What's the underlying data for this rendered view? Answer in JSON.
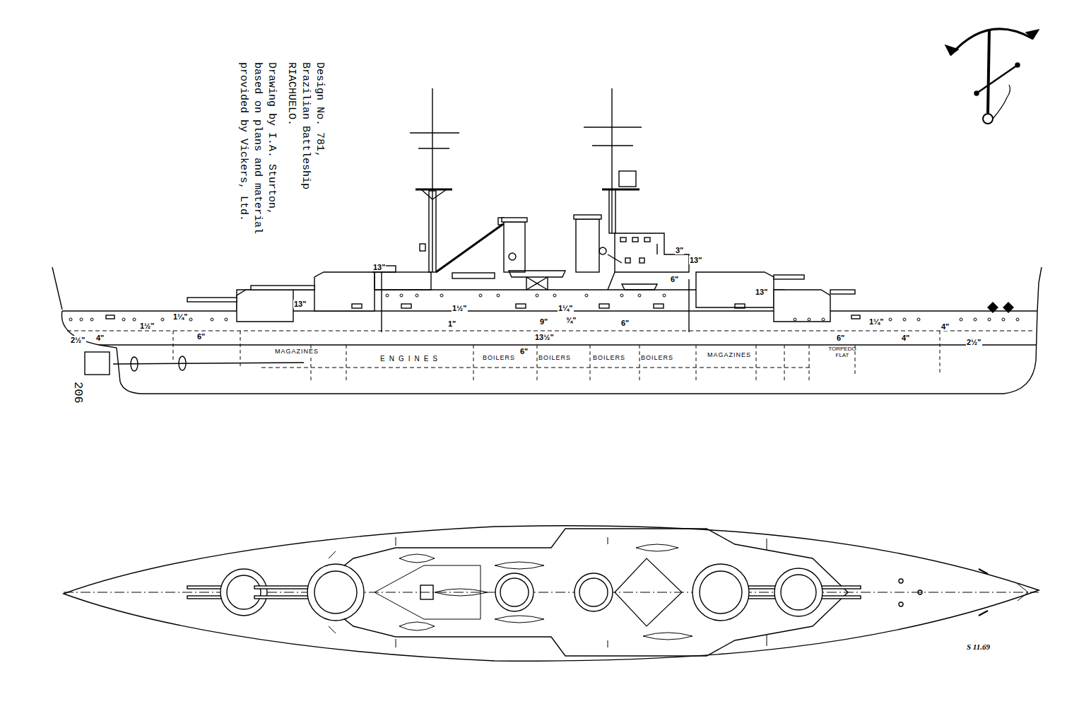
{
  "diagram": {
    "title": "Design No. 781, Brazilian Battleship RIACHUELO.",
    "caption": "Drawing by I.A. Sturton, based on plans and material provided by Vickers, Ltd.",
    "labels": [
      "13\"",
      "13\"",
      "13\"",
      "13\"",
      "3\"",
      "6\"",
      "1¼\"",
      "¾\"",
      "1½\"",
      "1\"",
      "9\"",
      "13½\"",
      "6\"",
      "6\"",
      "1½\"",
      "1¼\"",
      "6\"",
      "4\"",
      "2½\"",
      "6\"",
      "1¼\"",
      "4\"",
      "4\"",
      "2½\"",
      "MAGAZINES",
      "ENGINES",
      "BOILERS",
      "BOILERS",
      "BOILERS",
      "BOILERS",
      "MAGAZINES",
      "TORPEDO FLAT",
      "S 11.69",
      "206"
    ]
  }
}
